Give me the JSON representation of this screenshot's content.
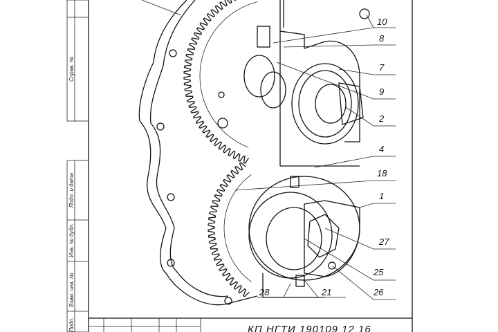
{
  "drawing": {
    "title_code": "КП НГТИ 190109 12 16",
    "stamps": [
      "Справ. №",
      "Подп. и дата",
      "Инв. № дубл.",
      "Взам. инв. №",
      "Подп."
    ],
    "callouts": [
      "10",
      "8",
      "7",
      "9",
      "2",
      "4",
      "18",
      "1",
      "27",
      "25",
      "26",
      "28",
      "21"
    ]
  }
}
